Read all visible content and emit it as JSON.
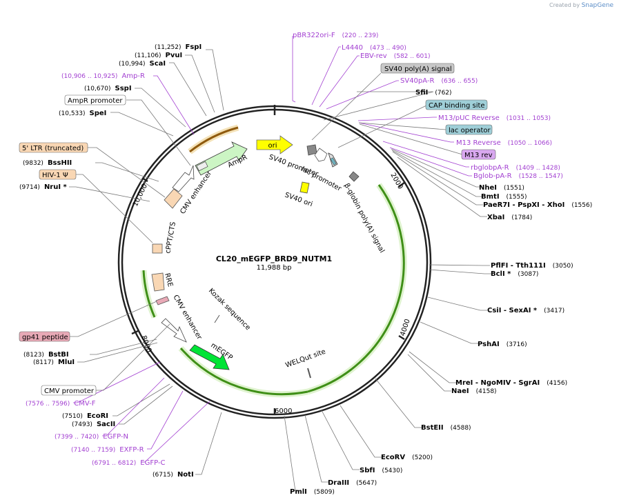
{
  "app": {
    "credit_prefix": "Created by",
    "credit_brand": "SnapGene"
  },
  "plasmid": {
    "name": "CL20_mEGFP_BRD9_NUTM1",
    "length_label": "11,988 bp",
    "tick_labels": [
      "2000",
      "4000",
      "6000",
      "8000",
      "10,000"
    ]
  },
  "sites": [
    {
      "name": "FspI",
      "pos": "(11,252)"
    },
    {
      "name": "PvuI",
      "pos": "(11,106)"
    },
    {
      "name": "ScaI",
      "pos": "(10,994)"
    },
    {
      "name": "SspI",
      "pos": "(10,670)"
    },
    {
      "name": "SpeI",
      "pos": "(10,533)"
    },
    {
      "name": "BssHII",
      "pos": "(9832)"
    },
    {
      "name": "NruI *",
      "pos": "(9714)"
    },
    {
      "name": "BstBI",
      "pos": "(8123)"
    },
    {
      "name": "MluI",
      "pos": "(8117)"
    },
    {
      "name": "EcoRI",
      "pos": "(7510)"
    },
    {
      "name": "SacII",
      "pos": "(7493)"
    },
    {
      "name": "NotI",
      "pos": "(6715)"
    },
    {
      "name": "SfiI",
      "pos": "(762)"
    },
    {
      "name": "NheI",
      "pos": "(1551)"
    },
    {
      "name": "BmtI",
      "pos": "(1555)"
    },
    {
      "name": "PaeR7I - PspXI - XhoI",
      "pos": "(1556)"
    },
    {
      "name": "XbaI",
      "pos": "(1784)"
    },
    {
      "name": "PflFI - Tth111I",
      "pos": "(3050)"
    },
    {
      "name": "BclI *",
      "pos": "(3087)"
    },
    {
      "name": "CsiI - SexAI *",
      "pos": "(3417)"
    },
    {
      "name": "PshAI",
      "pos": "(3716)"
    },
    {
      "name": "MreI - NgoMIV - SgrAI",
      "pos": "(4156)"
    },
    {
      "name": "NaeI",
      "pos": "(4158)"
    },
    {
      "name": "BstEII",
      "pos": "(4588)"
    },
    {
      "name": "EcoRV",
      "pos": "(5200)"
    },
    {
      "name": "SbfI",
      "pos": "(5430)"
    },
    {
      "name": "DraIII",
      "pos": "(5647)"
    },
    {
      "name": "PmlI",
      "pos": "(5809)"
    }
  ],
  "primers": [
    {
      "name": "pBR322ori-F",
      "pos": "(220 .. 239)"
    },
    {
      "name": "L4440",
      "pos": "(473 .. 490)"
    },
    {
      "name": "EBV-rev",
      "pos": "(582 .. 601)"
    },
    {
      "name": "SV40pA-R",
      "pos": "(636 .. 655)"
    },
    {
      "name": "M13/pUC Reverse",
      "pos": "(1031 .. 1053)"
    },
    {
      "name": "M13 Reverse",
      "pos": "(1050 .. 1066)"
    },
    {
      "name": "rbglobpA-R",
      "pos": "(1409 .. 1428)"
    },
    {
      "name": "Bglob-pA-R",
      "pos": "(1528 .. 1547)"
    },
    {
      "name": "Amp-R",
      "pos": "(10,906 .. 10,925)"
    },
    {
      "name": "CMV-F",
      "pos": "(7576 .. 7596)"
    },
    {
      "name": "EGFP-N",
      "pos": "(7399 .. 7420)"
    },
    {
      "name": "EXFP-R",
      "pos": "(7140 .. 7159)"
    },
    {
      "name": "EGFP-C",
      "pos": "(6791 .. 6812)"
    }
  ],
  "boxed_labels": [
    {
      "text": "SV40 poly(A) signal",
      "color": "#c8c8c8"
    },
    {
      "text": "CAP binding site",
      "color": "#9fcfd8"
    },
    {
      "text": "lac operator",
      "color": "#9fcfd8"
    },
    {
      "text": "M13 rev",
      "color": "#d9a8f0"
    },
    {
      "text": "AmpR promoter",
      "color": "#ffffff"
    },
    {
      "text": "5' LTR (truncated)",
      "color": "#f9d7b4"
    },
    {
      "text": "HIV-1 Ψ",
      "color": "#f9d7b4"
    },
    {
      "text": "gp41 peptide",
      "color": "#e8a9b6"
    },
    {
      "text": "CMV promoter",
      "color": "#ffffff"
    }
  ],
  "features": {
    "ori": "ori",
    "sv40_promoter": "SV40 promoter",
    "lac_promoter": "lac promoter",
    "sv40_ori": "SV40 ori",
    "beta_globin": "β-globin poly(A) signal",
    "ampr": "AmpR",
    "cmv_enhancer_top": "CMV enhancer",
    "cppt": "cPPT/CTS",
    "rre": "RRE",
    "cmv_enhancer_bottom": "CMV enhancer",
    "kozak": "Kozak sequence",
    "megfp": "mEGFP",
    "welqut": "WELQut site"
  },
  "colors": {
    "primer": "#a23fd1",
    "ori": "#ffff00",
    "ampr": "#ccf5c4",
    "megfp": "#00e436",
    "backbone": "#222222",
    "orf": "#4aa31c"
  }
}
